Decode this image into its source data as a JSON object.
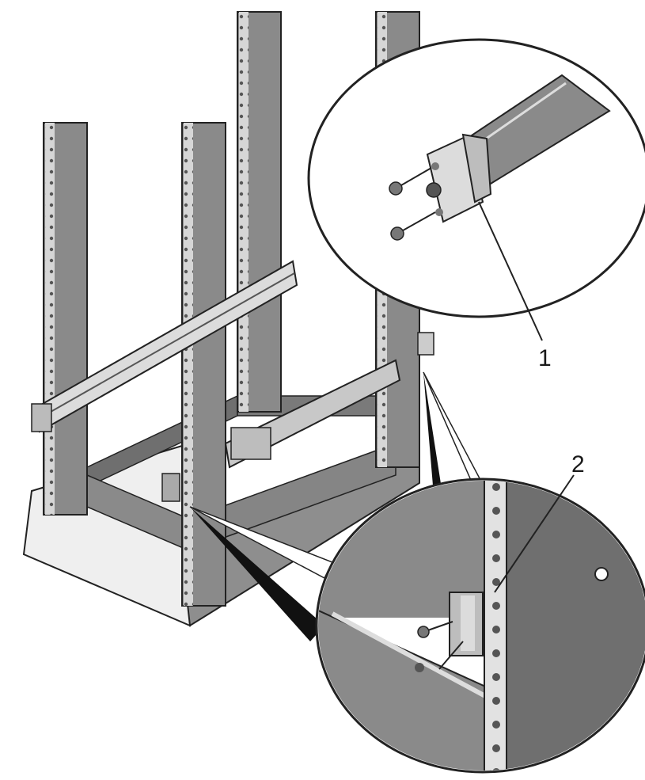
{
  "figure": {
    "callouts": [
      {
        "id": "1",
        "label": "1"
      },
      {
        "id": "2",
        "label": "2"
      }
    ]
  },
  "colors": {
    "post": "#8a8a8a",
    "post_dark": "#6b6b6b",
    "post_light": "#c8c8c8",
    "rail": "#9a9a9a",
    "rail_light": "#dcdcdc",
    "outline": "#222222",
    "base": "#efefef"
  }
}
